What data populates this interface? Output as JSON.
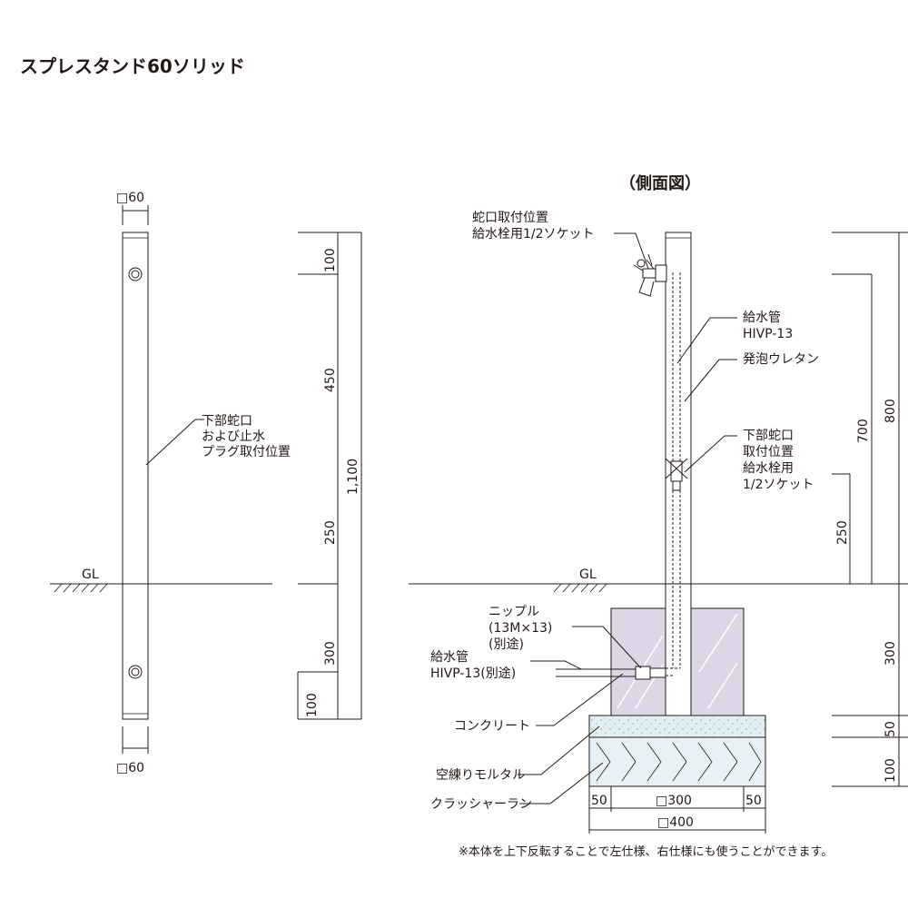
{
  "title": "スプレスタンド60ソリッド",
  "side_view_title": "（側面図）",
  "front": {
    "top_size": "□60",
    "bottom_size": "□60",
    "lower_faucet_label": [
      "下部蛇口",
      "および止水",
      "プラグ取付位置"
    ],
    "gl": "GL",
    "dims": {
      "d100_top": "100",
      "d450": "450",
      "d250": "250",
      "d300": "300",
      "d100_bottom": "100",
      "total": "1,100"
    }
  },
  "side": {
    "faucet_label": [
      "蛇口取付位置",
      "給水栓用1/2ソケット"
    ],
    "pipe_label": [
      "給水管",
      "HIVP-13"
    ],
    "foam_label": "発泡ウレタン",
    "lower_faucet_label": [
      "下部蛇口",
      "取付位置",
      "給水栓用",
      "1/2ソケット"
    ],
    "gl": "GL",
    "nipple_label": [
      "ニップル",
      "(13M×13)",
      "(別途)"
    ],
    "supply_label": [
      "給水管",
      "HIVP-13(別途)"
    ],
    "concrete": "コンクリート",
    "mortar": "空練りモルタル",
    "crusher": "クラッシャーラン",
    "dims": {
      "d800": "800",
      "d700": "700",
      "d250": "250",
      "d300": "300",
      "d50": "50",
      "d100": "100"
    },
    "foundation_dims": {
      "left": "50",
      "center": "□300",
      "right": "50",
      "total": "□400"
    }
  },
  "note": "※本体を上下反転することで左仕様、右仕様にも使うことができます。",
  "colors": {
    "line": "#231815",
    "concrete_fill": "#dcd6e6",
    "gravel_fill": "#e3f0f3",
    "crusher_fill": "#e8f1f5"
  }
}
